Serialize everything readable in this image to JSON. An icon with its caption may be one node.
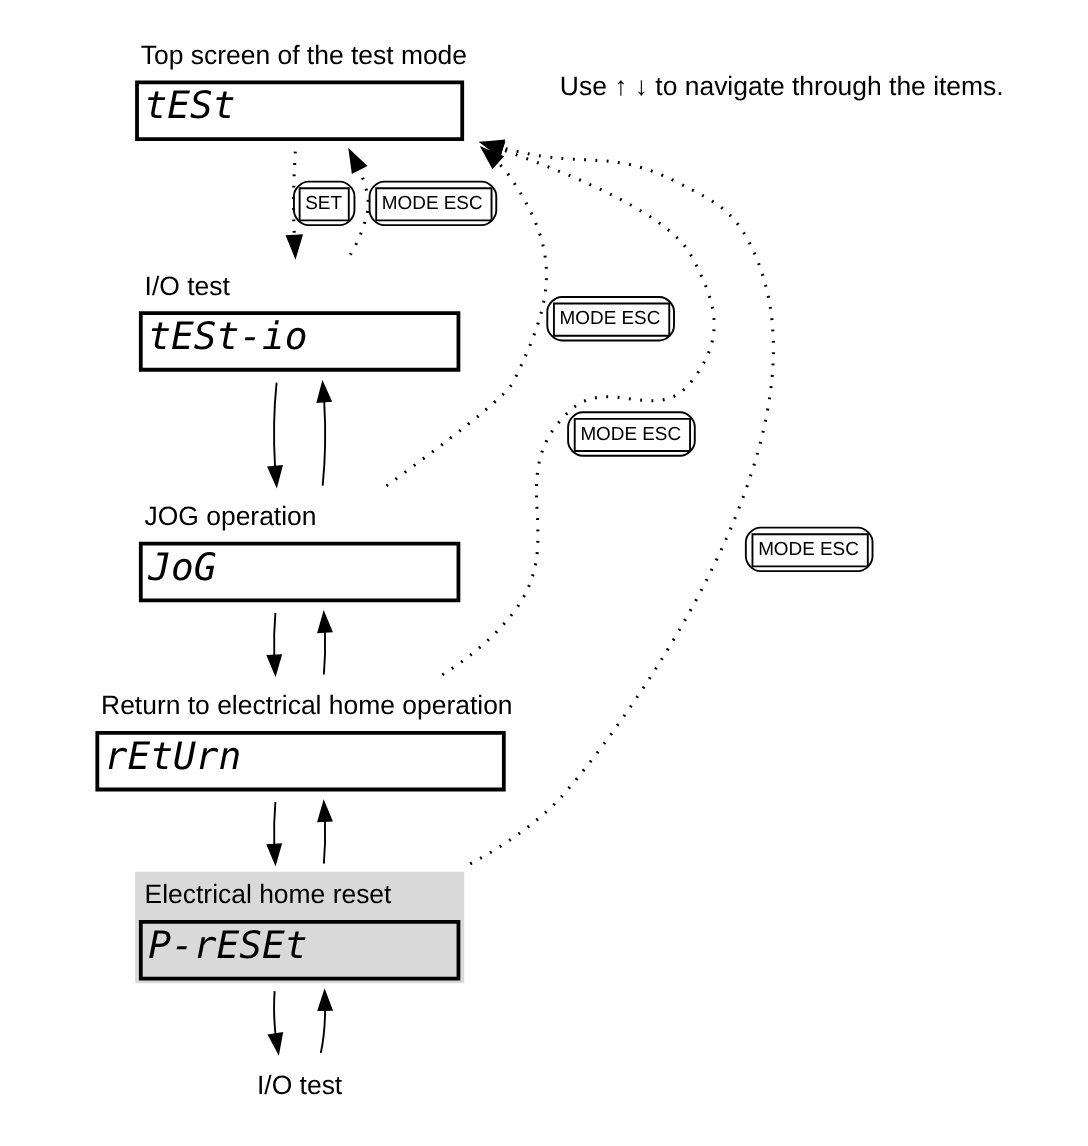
{
  "diagram": {
    "nodes": [
      {
        "text": [
          "Top screen of the test mode",
          "tESt"
        ]
      },
      {
        "text": [
          "I/O test",
          "tESt-io"
        ]
      },
      {
        "text": [
          "JOG operation",
          "JoG"
        ]
      },
      {
        "text": [
          "Return to electrical home operation",
          "rEtUrn"
        ]
      },
      {
        "text": [
          "Electrical home reset",
          "P-rESEt"
        ]
      },
      {
        "text": [
          "I/O test"
        ]
      }
    ],
    "edges": [
      {
        "from": 0,
        "to": 1,
        "arrow": "to",
        "style": "dashed",
        "label": "SET"
      },
      {
        "from": 1,
        "to": 0,
        "arrow": "to",
        "style": "dashed",
        "label": "MODE ESC"
      },
      {
        "from": 2,
        "to": 0,
        "arrow": "to",
        "style": "dashed",
        "label": "MODE ESC"
      },
      {
        "from": 3,
        "to": 0,
        "arrow": "to",
        "style": "dashed",
        "label": "MODE ESC"
      },
      {
        "from": 4,
        "to": 0,
        "arrow": "to",
        "style": "dashed",
        "label": "MODE ESC"
      },
      {
        "from": 2,
        "to": 1,
        "arrow": "to"
      },
      {
        "from": 1,
        "to": 2,
        "arrow": "to"
      },
      {
        "from": 3,
        "to": 2,
        "arrow": "to"
      },
      {
        "from": 2,
        "to": 3,
        "arrow": "to"
      },
      {
        "from": 4,
        "to": 3,
        "arrow": "to"
      },
      {
        "from": 3,
        "to": 4,
        "arrow": "to"
      },
      {
        "from": 5,
        "to": 4,
        "arrow": "to"
      },
      {
        "from": 4,
        "to": 5,
        "arrow": "to"
      }
    ],
    "labels": [
      "Use ↑ ↓ to navigate through the items."
    ]
  }
}
